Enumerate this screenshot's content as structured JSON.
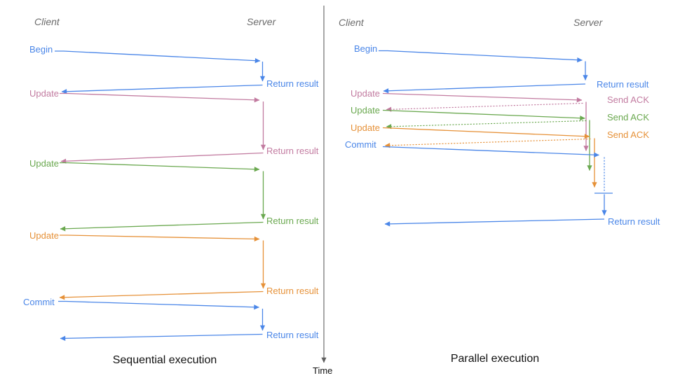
{
  "palette": {
    "blue": "#4a86e8",
    "pink": "#c27ba0",
    "green": "#6aa84f",
    "orange": "#e69138",
    "header_gray": "#6b6b6b",
    "axis_gray": "#5f5f5f"
  },
  "time_axis": {
    "label": "Time"
  },
  "left": {
    "caption": "Sequential execution",
    "client": "Client",
    "server": "Server",
    "messages": [
      {
        "label": "Begin",
        "color": "blue",
        "response": "Return result"
      },
      {
        "label": "Update",
        "color": "pink",
        "response": "Return result"
      },
      {
        "label": "Update",
        "color": "green",
        "response": "Return result"
      },
      {
        "label": "Update",
        "color": "orange",
        "response": "Return result"
      },
      {
        "label": "Commit",
        "color": "blue",
        "response": "Return result"
      }
    ]
  },
  "right": {
    "caption": "Parallel execution",
    "client": "Client",
    "server": "Server",
    "messages": [
      {
        "label": "Begin",
        "color": "blue",
        "response": "Return result"
      },
      {
        "label": "Update",
        "color": "pink",
        "response": "Send ACK"
      },
      {
        "label": "Update",
        "color": "green",
        "response": "Send ACK"
      },
      {
        "label": "Update",
        "color": "orange",
        "response": "Send ACK"
      },
      {
        "label": "Commit",
        "color": "blue",
        "response": "Return result"
      }
    ]
  }
}
